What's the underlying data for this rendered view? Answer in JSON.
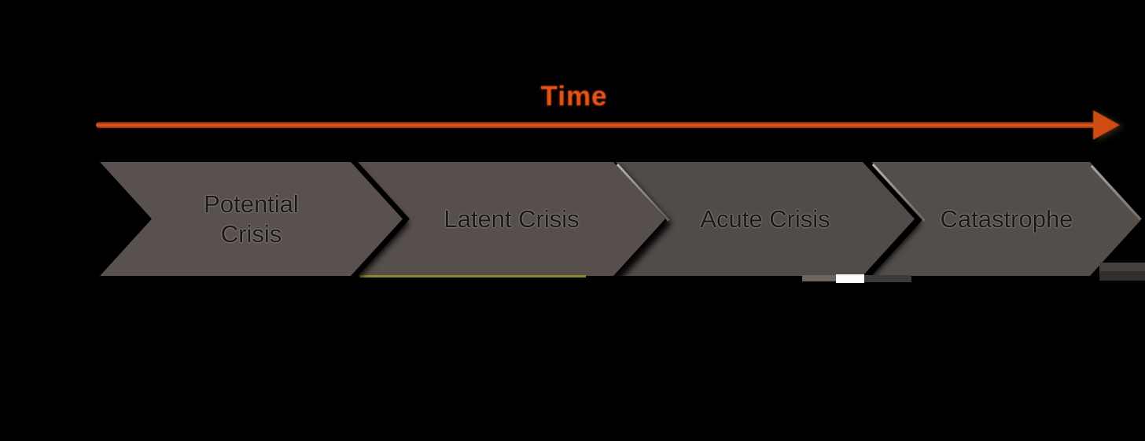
{
  "diagram": {
    "title": "Time",
    "title_color": "#e5541b",
    "arrow_color": "#cf4a12",
    "background_color": "#000000",
    "step_text_color": "#1a1816",
    "steps": [
      {
        "label": "Potential Crisis",
        "fill": "#585150"
      },
      {
        "label": "Latent Crisis",
        "fill": "#564f4b"
      },
      {
        "label": "Acute Crisis",
        "fill": "#514c49"
      },
      {
        "label": "Catastrophe",
        "fill": "#534e4a"
      }
    ]
  }
}
